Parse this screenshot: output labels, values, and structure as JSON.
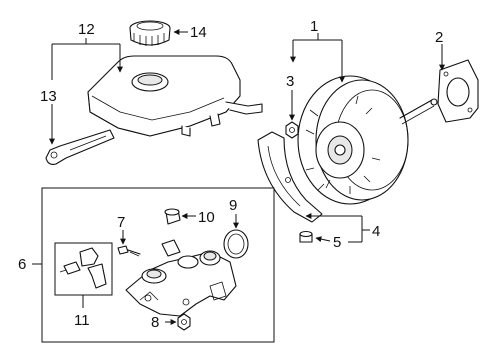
{
  "callouts": {
    "c1": "1",
    "c2": "2",
    "c3": "3",
    "c4": "4",
    "c5": "5",
    "c6": "6",
    "c7": "7",
    "c8": "8",
    "c9": "9",
    "c10": "10",
    "c11": "11",
    "c12": "12",
    "c13": "13",
    "c14": "14"
  },
  "parts": {
    "reservoir": "reservoir-icon",
    "cap": "reservoir-cap-icon",
    "booster": "brake-booster-icon",
    "gasket": "gasket-icon",
    "master_cylinder": "master-cylinder-icon"
  }
}
